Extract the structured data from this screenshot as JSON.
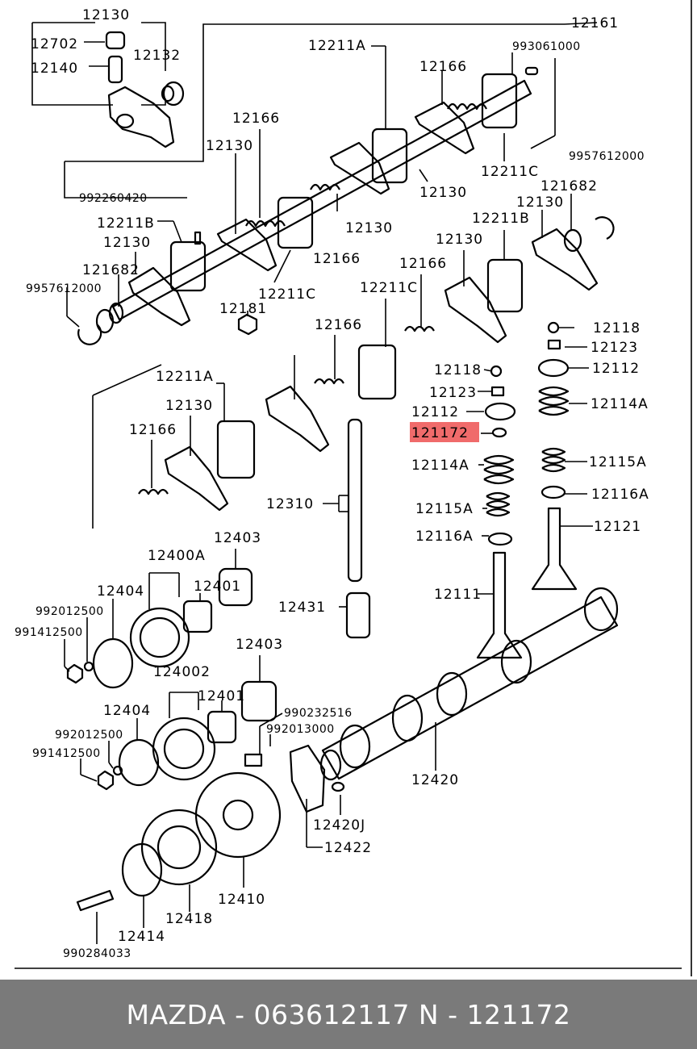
{
  "brand": "MAZDA",
  "part_number": "063612117",
  "ref_number": "121172",
  "footer_text": "MAZDA - 063612117     N - 121172",
  "highlight_color": "#f06b6b",
  "labels": [
    "12130",
    "12702",
    "12140",
    "12132",
    "12161",
    "12211A",
    "993061000",
    "12166",
    "12166",
    "12130",
    "12211C",
    "9957612000",
    "121682",
    "12130",
    "12211B",
    "12130",
    "12130",
    "992260420",
    "12211B",
    "12130",
    "121682",
    "9957612000",
    "12166",
    "12211C",
    "12181",
    "12166",
    "12211C",
    "12130",
    "12166",
    "12118",
    "12123",
    "12112",
    "12118",
    "12123",
    "12112",
    "12114A",
    "121172",
    "12114A",
    "12115A",
    "12115A",
    "12116A",
    "12116A",
    "12121",
    "12111",
    "12211A",
    "12130",
    "12166",
    "12310",
    "12403",
    "12400A",
    "12404",
    "12401",
    "992012500",
    "991412500",
    "12431",
    "12403",
    "124002",
    "12404",
    "12401",
    "990232516",
    "992013000",
    "992012500",
    "991412500",
    "12420",
    "12420J",
    "12422",
    "12410",
    "12418",
    "12414",
    "990284033"
  ]
}
